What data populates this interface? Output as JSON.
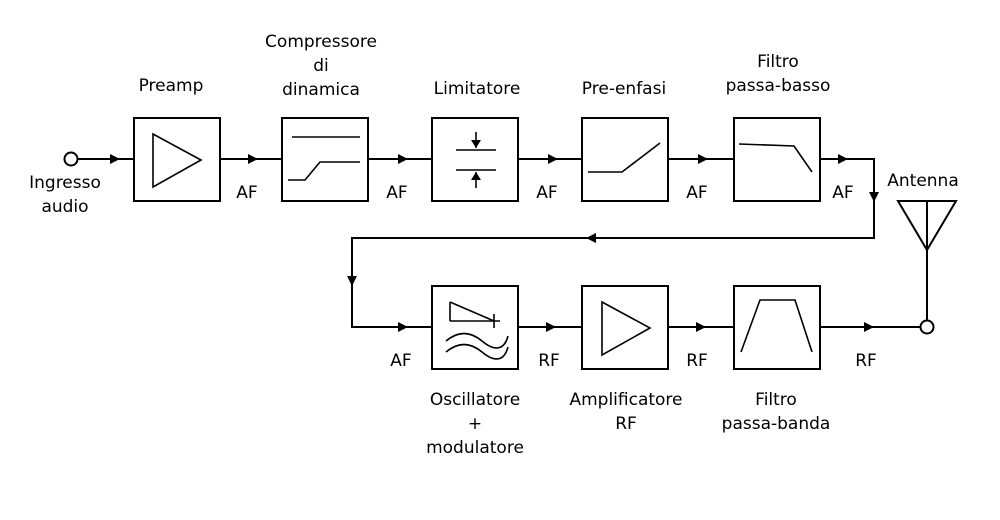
{
  "input": {
    "label_line1": "Ingresso",
    "label_line2": "audio"
  },
  "antenna": {
    "label": "Antenna"
  },
  "blocks": {
    "preamp": {
      "lines": [
        "Preamp"
      ],
      "icon": "amplifier-triangle-icon"
    },
    "compressor": {
      "lines": [
        "Compressore",
        "di",
        "dinamica"
      ],
      "icon": "compressor-curve-icon"
    },
    "limiter": {
      "lines": [
        "Limitatore"
      ],
      "icon": "limiter-arrows-icon"
    },
    "preemphasis": {
      "lines": [
        "Pre-enfasi"
      ],
      "icon": "preemphasis-curve-icon"
    },
    "lowpass": {
      "lines": [
        "Filtro",
        "passa-basso"
      ],
      "icon": "lowpass-curve-icon"
    },
    "oscillator": {
      "lines": [
        "Oscillatore",
        "+",
        "modulatore"
      ],
      "icon": "oscillator-modulator-icon"
    },
    "rf_amp": {
      "lines": [
        "Amplificatore",
        "RF"
      ],
      "icon": "amplifier-triangle-icon"
    },
    "bandpass": {
      "lines": [
        "Filtro",
        "passa-banda"
      ],
      "icon": "bandpass-curve-icon"
    }
  },
  "signals": {
    "af": "AF",
    "rf": "RF"
  }
}
